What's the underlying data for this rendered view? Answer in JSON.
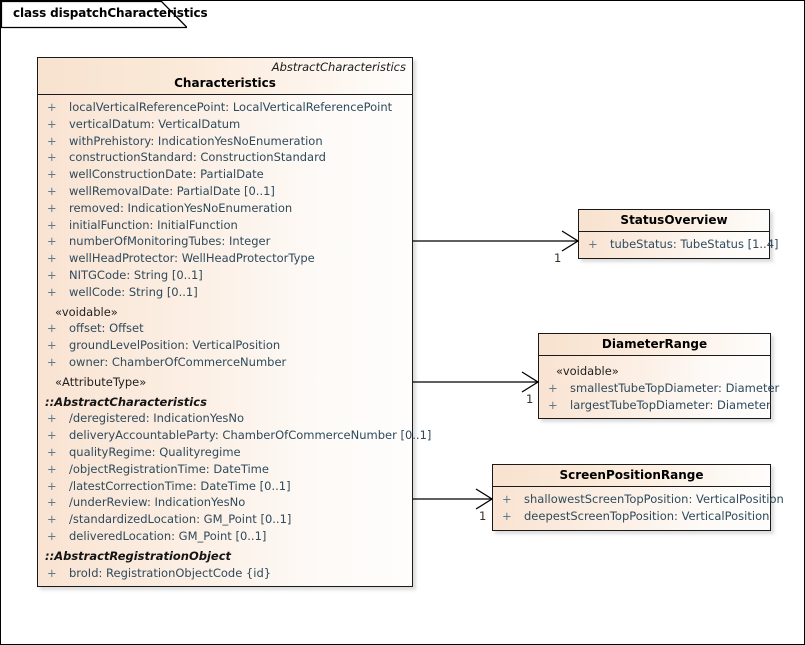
{
  "diagram": {
    "tab_label": "class dispatchCharacteristics"
  },
  "main_class": {
    "stereotype_top": "AbstractCharacteristics",
    "name": "Characteristics",
    "rows": [
      {
        "kind": "attr",
        "vis": "+",
        "text": "localVerticalReferencePoint: LocalVerticalReferencePoint"
      },
      {
        "kind": "attr",
        "vis": "+",
        "text": "verticalDatum: VerticalDatum"
      },
      {
        "kind": "attr",
        "vis": "+",
        "text": "withPrehistory: IndicationYesNoEnumeration"
      },
      {
        "kind": "attr",
        "vis": "+",
        "text": "constructionStandard: ConstructionStandard"
      },
      {
        "kind": "attr",
        "vis": "+",
        "text": "wellConstructionDate: PartialDate"
      },
      {
        "kind": "attr",
        "vis": "+",
        "text": "wellRemovalDate: PartialDate [0..1]"
      },
      {
        "kind": "attr",
        "vis": "+",
        "text": "removed: IndicationYesNoEnumeration"
      },
      {
        "kind": "attr",
        "vis": "+",
        "text": "initialFunction: InitialFunction"
      },
      {
        "kind": "attr",
        "vis": "+",
        "text": "numberOfMonitoringTubes: Integer"
      },
      {
        "kind": "attr",
        "vis": "+",
        "text": "wellHeadProtector: WellHeadProtectorType"
      },
      {
        "kind": "attr",
        "vis": "+",
        "text": "NITGCode: String [0..1]"
      },
      {
        "kind": "attr",
        "vis": "+",
        "text": "wellCode: String [0..1]"
      },
      {
        "kind": "stereo",
        "text": "«voidable»"
      },
      {
        "kind": "attr",
        "vis": "+",
        "text": "offset: Offset"
      },
      {
        "kind": "attr",
        "vis": "+",
        "text": "groundLevelPosition: VerticalPosition"
      },
      {
        "kind": "attr",
        "vis": "+",
        "text": "owner: ChamberOfCommerceNumber"
      },
      {
        "kind": "stereo",
        "text": "«AttributeType»"
      },
      {
        "kind": "section",
        "text": "::AbstractCharacteristics"
      },
      {
        "kind": "attr",
        "vis": "+",
        "text": "/deregistered: IndicationYesNo"
      },
      {
        "kind": "attr",
        "vis": "+",
        "text": "deliveryAccountableParty: ChamberOfCommerceNumber [0..1]"
      },
      {
        "kind": "attr",
        "vis": "+",
        "text": "qualityRegime: Qualityregime"
      },
      {
        "kind": "attr",
        "vis": "+",
        "text": "/objectRegistrationTime: DateTime"
      },
      {
        "kind": "attr",
        "vis": "+",
        "text": "/latestCorrectionTime: DateTime [0..1]"
      },
      {
        "kind": "attr",
        "vis": "+",
        "text": "/underReview: IndicationYesNo"
      },
      {
        "kind": "attr",
        "vis": "+",
        "text": "/standardizedLocation: GM_Point [0..1]"
      },
      {
        "kind": "attr",
        "vis": "+",
        "text": "deliveredLocation: GM_Point [0..1]"
      },
      {
        "kind": "section",
        "text": "::AbstractRegistrationObject"
      },
      {
        "kind": "attr",
        "vis": "+",
        "text": "broId: RegistrationObjectCode {id}"
      }
    ]
  },
  "status_overview": {
    "name": "StatusOverview",
    "rows": [
      {
        "kind": "attr",
        "vis": "+",
        "text": "tubeStatus: TubeStatus [1..4]"
      }
    ]
  },
  "diameter_range": {
    "name": "DiameterRange",
    "rows": [
      {
        "kind": "stereo",
        "text": "«voidable»"
      },
      {
        "kind": "attr",
        "vis": "+",
        "text": "smallestTubeTopDiameter: Diameter"
      },
      {
        "kind": "attr",
        "vis": "+",
        "text": "largestTubeTopDiameter: Diameter"
      }
    ]
  },
  "screen_position_range": {
    "name": "ScreenPositionRange",
    "rows": [
      {
        "kind": "attr",
        "vis": "+",
        "text": "shallowestScreenTopPosition: VerticalPosition"
      },
      {
        "kind": "attr",
        "vis": "+",
        "text": "deepestScreenTopPosition: VerticalPosition"
      }
    ]
  },
  "connectors": [
    {
      "name": "characteristics-to-statusoverview",
      "target_multiplicity": "1"
    },
    {
      "name": "characteristics-to-diameterrange",
      "target_multiplicity": "1"
    },
    {
      "name": "characteristics-to-screenpositionrange",
      "target_multiplicity": "1"
    }
  ]
}
